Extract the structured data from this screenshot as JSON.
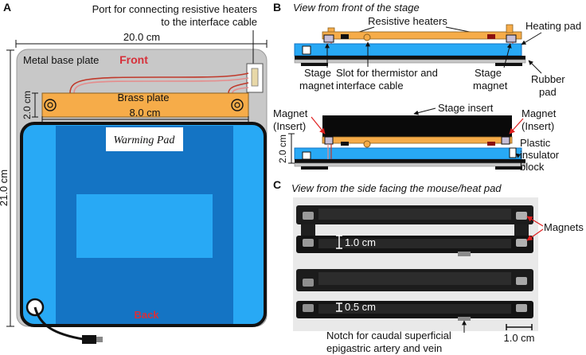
{
  "panel_a": {
    "letter": "A",
    "port_label_line1": "Port for connecting resistive heaters",
    "port_label_line2": "to the interface cable",
    "width_dim": "20.0 cm",
    "height_dim": "21.0 cm",
    "base_plate": "Metal base plate",
    "front": "Front",
    "brass_plate": "Brass plate",
    "brass_height": "2.0 cm",
    "brass_width": "8.0 cm",
    "warming_pad": "Warming Pad",
    "back": "Back",
    "colors": {
      "front_back": "#d6303a",
      "pad_light": "#28a9f5",
      "pad_dark": "#1474c4",
      "brass": "#f6ac49",
      "base": "#c8c8c8"
    }
  },
  "panel_b": {
    "letter": "B",
    "title": "View from front of the stage",
    "resistive_heaters": "Resistive heaters",
    "heating_pad": "Heating pad",
    "stage_magnet_left_1": "Stage",
    "stage_magnet_left_2": "magnet",
    "slot_line1": "Slot for thermistor and",
    "slot_line2": "interface cable",
    "stage_magnet_right_1": "Stage",
    "stage_magnet_right_2": "magnet",
    "rubber_pad_1": "Rubber",
    "rubber_pad_2": "pad",
    "stage_insert": "Stage insert",
    "magnet_insert_left_1": "Magnet",
    "magnet_insert_left_2": "(Insert)",
    "magnet_insert_right_1": "Magnet",
    "magnet_insert_right_2": "(Insert)",
    "height_dim": "2.0 cm",
    "plastic_1": "Plastic",
    "plastic_2": "insulator",
    "plastic_3": "block"
  },
  "panel_c": {
    "letter": "C",
    "title": "View from the side facing the mouse/heat pad",
    "magnets": "Magnets",
    "dim_upper": "1.0 cm",
    "dim_lower": "0.5 cm",
    "notch_line1": "Notch for caudal superficial",
    "notch_line2": "epigastric artery and vein",
    "scale_bar": "1.0 cm"
  }
}
